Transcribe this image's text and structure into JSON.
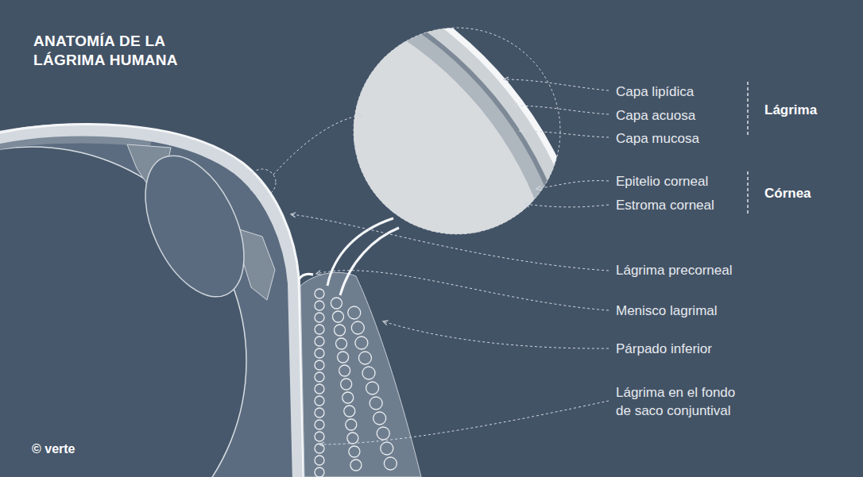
{
  "diagram": {
    "title": "ANATOMÍA DE LA LÁGRIMA HUMANA",
    "labels": [
      "Capa lipídica",
      "Capa acuosa",
      "Capa mucosa",
      "Lágrima",
      "Epitelio corneal",
      "Estroma corneal",
      "Córnea",
      "Lágrima precorneal",
      "Menisco lagrimal",
      "Párpado inferior",
      "Lágrima en el fondo de saco conjuntival",
      "© verte"
    ]
  }
}
